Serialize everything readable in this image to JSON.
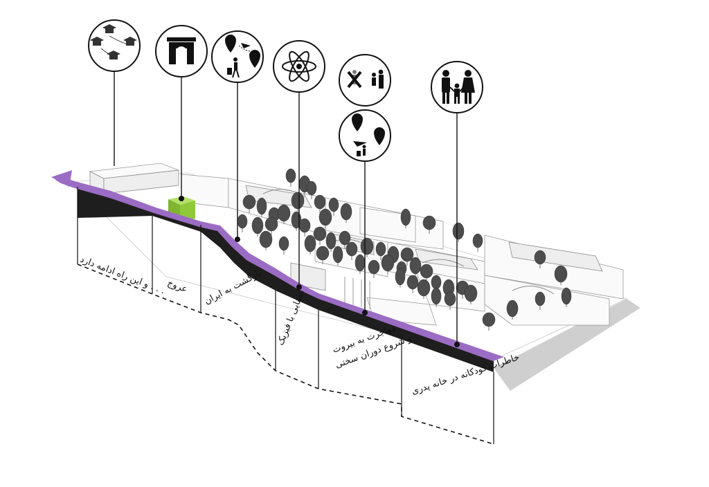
{
  "colors": {
    "path_purple": "#9b6cc4",
    "timeline_band": "#1e1e1e",
    "highlight_green": "#8fc93a",
    "shadow": "#cfcfcf"
  },
  "icons": [
    {
      "name": "graduation-group-icon"
    },
    {
      "name": "gate-monument-icon"
    },
    {
      "name": "travel-return-icon"
    },
    {
      "name": "atom-physics-icon"
    },
    {
      "name": "no-family-icon"
    },
    {
      "name": "emigration-travel-icon"
    },
    {
      "name": "family-icon"
    }
  ],
  "segments": [
    {
      "label": "و این راه ادامه دارد . . ."
    },
    {
      "label": "عروج"
    },
    {
      "label": "بازگشت به ایران"
    },
    {
      "label": "آشنایی با فیزیک"
    },
    {
      "label": "مهاجرت به بیروت",
      "label2": "و شروع دوران سختی"
    },
    {
      "label": "خاطرات کودکانه در خانه پدری"
    }
  ]
}
